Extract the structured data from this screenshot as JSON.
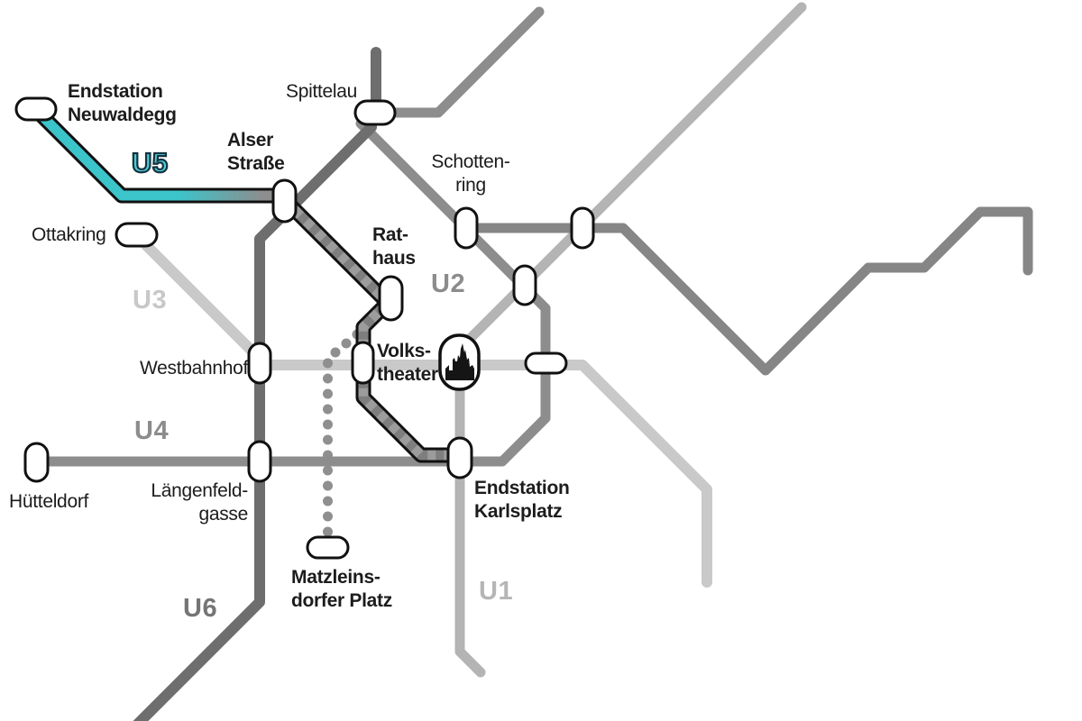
{
  "map": {
    "city_network": "U-Bahn schematic network plan",
    "highlight_line": "U5"
  },
  "colors": {
    "background": "#ffffff",
    "u5_teal": "#3cc4cb",
    "u5_fade_to": "#8d8d8d",
    "u5_label_fill": "#47ced6",
    "u5_label_outline": "#16323f",
    "u5_planned_fill": "#7e7e7e",
    "u5_planned_dash": "#9c9c9c",
    "line_outline": "#111111",
    "u1": "#b4b4b4",
    "u2": "#868686",
    "u3": "#c9c9c9",
    "u4": "#8d8d8d",
    "u6": "#6e6e6e",
    "dots": "#8f8f8f",
    "u1_label": "#b5b5b5",
    "u2_label": "#8c8c8c",
    "u3_label": "#c8c8c8",
    "u4_label": "#8c8c8c",
    "u6_label": "#757575",
    "station_fill": "#ffffff",
    "station_border": "#111111",
    "label_text": "#1c1c1c"
  },
  "line_labels": {
    "u1": "U1",
    "u2": "U2",
    "u3": "U3",
    "u4": "U4",
    "u5": "U5",
    "u6": "U6"
  },
  "stations": {
    "neuwaldegg": "Endstation\nNeuwaldegg",
    "spittelau": "Spittelau",
    "alser_strasse": "Alser\nStraße",
    "schottenring": "Schotten-\nring",
    "ottakring": "Ottakring",
    "rathaus": "Rat-\nhaus",
    "westbahnhof": "Westbahnhof",
    "volkstheater": "Volks-\ntheater",
    "huetteldorf": "Hütteldorf",
    "laengenfeldgasse": "Längenfeld-\ngasse",
    "karlsplatz": "Endstation\nKarlsplatz",
    "matzleinsdorfer_platz": "Matzleins-\ndorfer Platz"
  },
  "icons": {
    "stephansdom": "cathedral-silhouette-icon"
  }
}
